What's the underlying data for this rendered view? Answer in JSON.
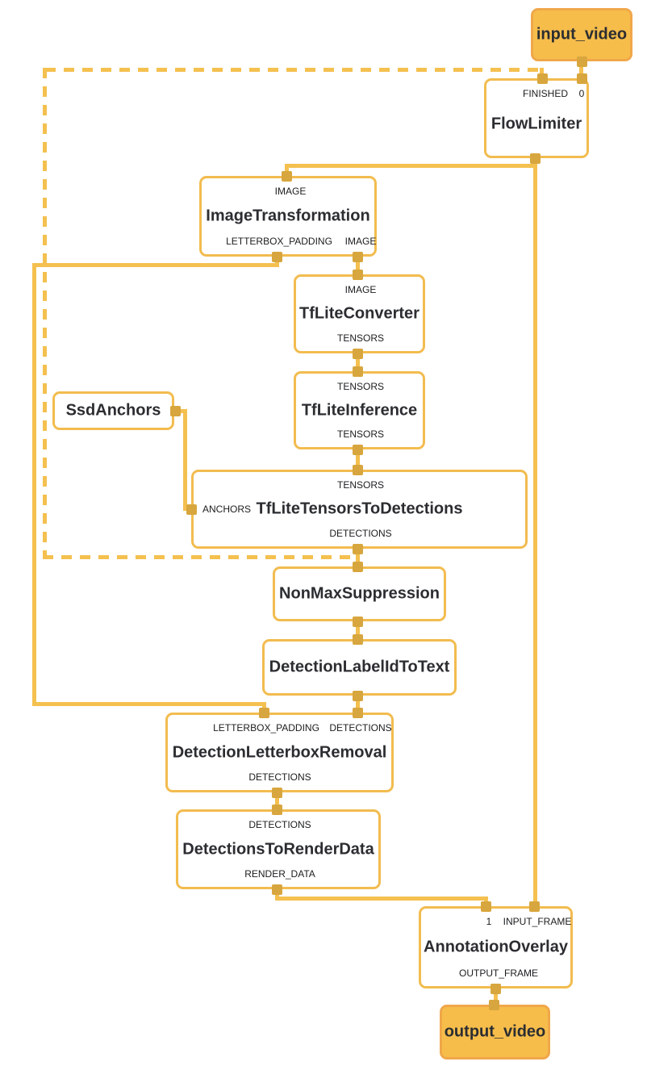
{
  "diagram": {
    "kind": "mediapipe-calculator-graph",
    "colors": {
      "edge": "#F4C04F",
      "node_border": "#F2BC4F",
      "stream_node_fill": "#F6BD4B",
      "port": "#D8A63E",
      "text": "#2b2d31"
    },
    "nodes": {
      "input_video": {
        "title": "input_video"
      },
      "flow_limiter": {
        "title": "FlowLimiter",
        "input_labels": [
          "FINISHED",
          "0"
        ]
      },
      "image_transformation": {
        "title": "ImageTransformation",
        "input_labels": [
          "IMAGE"
        ],
        "output_labels": [
          "LETTERBOX_PADDING",
          "IMAGE"
        ]
      },
      "tflite_converter": {
        "title": "TfLiteConverter",
        "input_labels": [
          "IMAGE"
        ],
        "output_labels": [
          "TENSORS"
        ]
      },
      "tflite_inference": {
        "title": "TfLiteInference",
        "input_labels": [
          "TENSORS"
        ],
        "output_labels": [
          "TENSORS"
        ]
      },
      "ssd_anchors": {
        "title": "SsdAnchors"
      },
      "tflite_tensors_to_detections": {
        "title": "TfLiteTensorsToDetections",
        "input_labels": [
          "TENSORS",
          "ANCHORS"
        ],
        "output_labels": [
          "DETECTIONS"
        ]
      },
      "non_max_suppression": {
        "title": "NonMaxSuppression"
      },
      "detection_label_id_to_text": {
        "title": "DetectionLabelIdToText"
      },
      "detection_letterbox_removal": {
        "title": "DetectionLetterboxRemoval",
        "input_labels": [
          "LETTERBOX_PADDING",
          "DETECTIONS"
        ],
        "output_labels": [
          "DETECTIONS"
        ]
      },
      "detections_to_render_data": {
        "title": "DetectionsToRenderData",
        "input_labels": [
          "DETECTIONS"
        ],
        "output_labels": [
          "RENDER_DATA"
        ]
      },
      "annotation_overlay": {
        "title": "AnnotationOverlay",
        "input_labels": [
          "1",
          "INPUT_FRAME"
        ],
        "output_labels": [
          "OUTPUT_FRAME"
        ]
      },
      "output_video": {
        "title": "output_video"
      }
    }
  }
}
